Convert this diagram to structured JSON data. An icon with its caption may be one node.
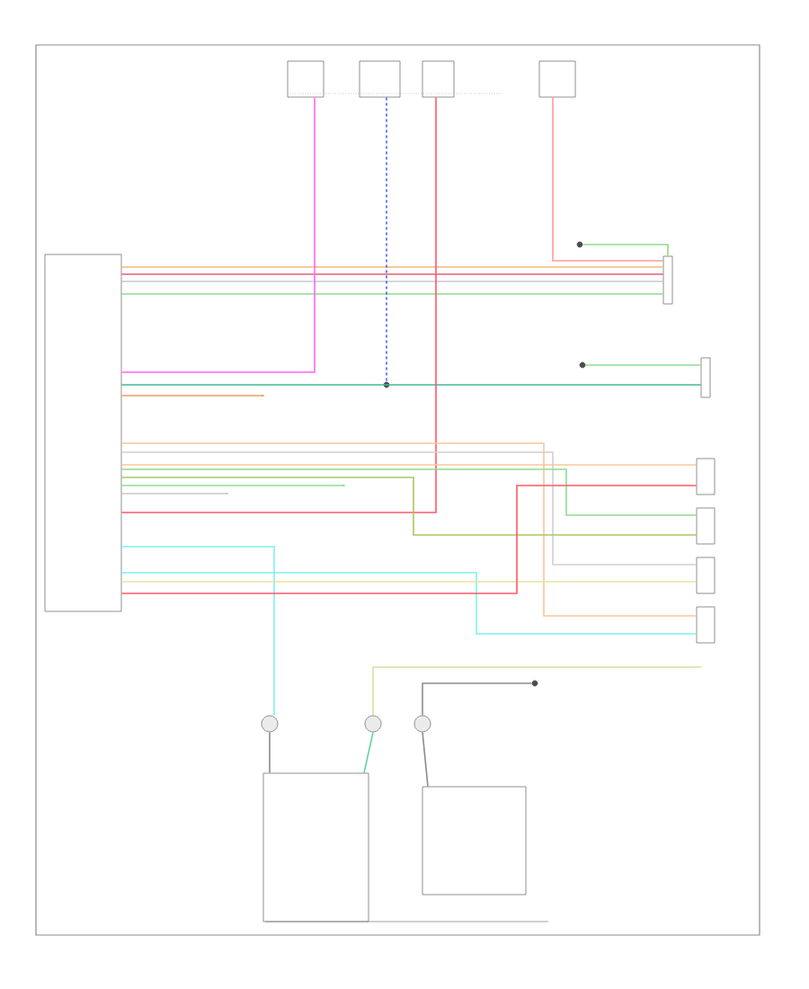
{
  "diagram": {
    "nodes": [
      {
        "text": [],
        "shape": "box"
      },
      {
        "text": [],
        "shape": "box"
      },
      {
        "text": [],
        "shape": "box"
      },
      {
        "text": [],
        "shape": "box"
      },
      {
        "text": [],
        "shape": "box"
      },
      {
        "text": [],
        "shape": "box"
      },
      {
        "text": [],
        "shape": "box"
      },
      {
        "text": [],
        "shape": "box"
      },
      {
        "text": [],
        "shape": "box"
      },
      {
        "text": [],
        "shape": "box"
      },
      {
        "text": [],
        "shape": "box"
      },
      {
        "text": [],
        "shape": "circle"
      },
      {
        "text": [],
        "shape": "circle"
      },
      {
        "text": [],
        "shape": "circle"
      },
      {
        "text": [],
        "shape": "box"
      },
      {
        "text": [],
        "shape": "box"
      },
      {
        "text": [],
        "shape": "circle"
      },
      {
        "text": [],
        "shape": "circle"
      },
      {
        "text": [],
        "shape": "circle"
      },
      {
        "text": [],
        "shape": "circle"
      }
    ],
    "edges": [
      {
        "from": 0,
        "to": 5,
        "arrow": "none",
        "color": "#f5b97a"
      },
      {
        "from": 0,
        "to": 5,
        "arrow": "none",
        "color": "#e06070"
      },
      {
        "from": 0,
        "to": 5,
        "arrow": "none",
        "color": "#c8c8c8"
      },
      {
        "from": 0,
        "to": 5,
        "arrow": "none",
        "color": "#8fdc8f"
      },
      {
        "from": 1,
        "to": 0,
        "arrow": "none",
        "color": "#ff66ff"
      },
      {
        "from": 2,
        "to": 16,
        "arrow": "none",
        "style": "dashed",
        "color": "#4a5cff"
      },
      {
        "from": 0,
        "to": 6,
        "arrow": "none",
        "color": "#40b89a"
      },
      {
        "from": 0,
        "to": null,
        "arrow": "to",
        "color": "#e8a060"
      },
      {
        "from": 3,
        "to": 0,
        "arrow": "none",
        "color": "#ff5a6a"
      },
      {
        "from": 4,
        "to": 5,
        "arrow": "none",
        "color": "#ff9a9a"
      },
      {
        "from": 17,
        "to": 5,
        "arrow": "none",
        "color": "#8fdc8f"
      },
      {
        "from": 18,
        "to": 6,
        "arrow": "none",
        "color": "#8fdc8f"
      },
      {
        "from": 0,
        "to": 10,
        "arrow": "none",
        "color": "#f8c898"
      },
      {
        "from": 0,
        "to": 9,
        "arrow": "none",
        "color": "#d0d0d0"
      },
      {
        "from": 0,
        "to": 7,
        "arrow": "none",
        "color": "#f8c898"
      },
      {
        "from": 0,
        "to": 8,
        "arrow": "none",
        "color": "#8fdc8f"
      },
      {
        "from": 0,
        "to": 8,
        "arrow": "none",
        "color": "#a8c860"
      },
      {
        "from": 0,
        "to": null,
        "arrow": "to",
        "color": "#8fdc8f"
      },
      {
        "from": 0,
        "to": null,
        "arrow": "to",
        "color": "#c8c8c8"
      },
      {
        "from": 0,
        "to": 11,
        "arrow": "none",
        "color": "#80f0f0"
      },
      {
        "from": 0,
        "to": 10,
        "arrow": "none",
        "color": "#80f0f0"
      },
      {
        "from": 0,
        "to": 9,
        "arrow": "none",
        "color": "#f0e0a0"
      },
      {
        "from": 0,
        "to": 7,
        "arrow": "none",
        "color": "#ff5a6a"
      },
      {
        "from": 12,
        "to": null,
        "arrow": "none",
        "color": "#d8e0a0"
      },
      {
        "from": 11,
        "to": 14,
        "arrow": "none"
      },
      {
        "from": 12,
        "to": 14,
        "arrow": "none",
        "color": "#60d0a0"
      },
      {
        "from": 13,
        "to": 15,
        "arrow": "none"
      },
      {
        "from": 19,
        "to": 13,
        "arrow": "none"
      }
    ]
  }
}
